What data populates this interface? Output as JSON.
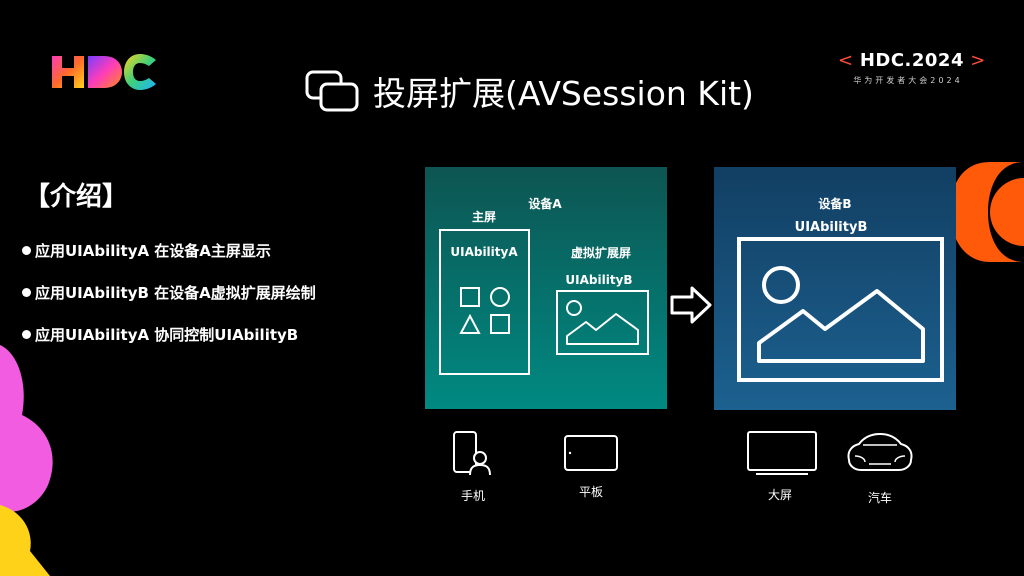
{
  "header": {
    "title": "投屏扩展(AVSession Kit)",
    "event_title": "HDC.2024",
    "event_subtitle": "华为开发者大会2024",
    "title_icon": "screen-cast-icon",
    "logo": "hdc-logo"
  },
  "intro": {
    "heading": "【介绍】",
    "bullets": [
      "应用UIAbilityA 在设备A主屏显示",
      "应用UIAbilityB 在设备A虚拟扩展屏绘制",
      "应用UIAbilityA 协同控制UIAbilityB"
    ]
  },
  "diagram": {
    "device_a": {
      "title": "设备A",
      "main_screen": "主屏",
      "main_ability": "UIAbilityA",
      "virtual_screen": "虚拟扩展屏",
      "virtual_ability": "UIAbilityB"
    },
    "arrow_icon": "right-arrow-icon",
    "device_b": {
      "title": "设备B",
      "ability": "UIAbilityB"
    }
  },
  "devices": {
    "phone": "手机",
    "tablet": "平板",
    "big_screen": "大屏",
    "car": "汽车"
  },
  "colors": {
    "background": "#000000",
    "panel_a_top": "#0d5552",
    "panel_a_bottom": "#008a82",
    "panel_b_top": "#123f63",
    "panel_b_bottom": "#1c6190",
    "accent_orange": "#ff5a0a",
    "accent_pink": "#f25ce0",
    "accent_yellow": "#ffd21a",
    "bracket_red": "#ff4d3a"
  }
}
